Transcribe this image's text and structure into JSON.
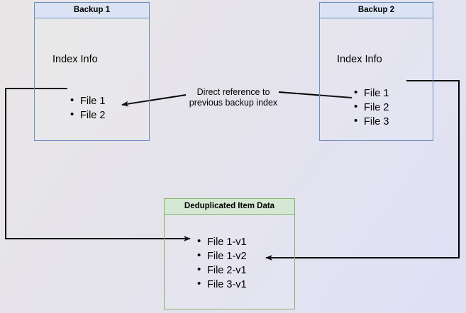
{
  "diagram": {
    "title": "Backup deduplication index reference diagram",
    "background": {
      "gradient_from": "#e9e6e7",
      "gradient_to": "#dfe0f5"
    },
    "colors": {
      "blue_border": "#6c8ebf",
      "blue_fill": "#dae3f3",
      "green_border": "#82b366",
      "green_fill": "#d5e8d4",
      "edge": "#000000"
    },
    "boxes": {
      "backup1": {
        "header": "Backup 1",
        "body_label": "Index Info",
        "files": [
          "File 1",
          "File 2"
        ]
      },
      "backup2": {
        "header": "Backup 2",
        "body_label": "Index Info",
        "files": [
          "File 1",
          "File 2",
          "File 3"
        ]
      },
      "dedup": {
        "header": "Deduplicated Item Data",
        "files": [
          "File 1-v1",
          "File 1-v2",
          "File 2-v1",
          "File 3-v1"
        ]
      }
    },
    "annotations": {
      "direct_reference": "Direct reference to\nprevious backup index"
    }
  }
}
